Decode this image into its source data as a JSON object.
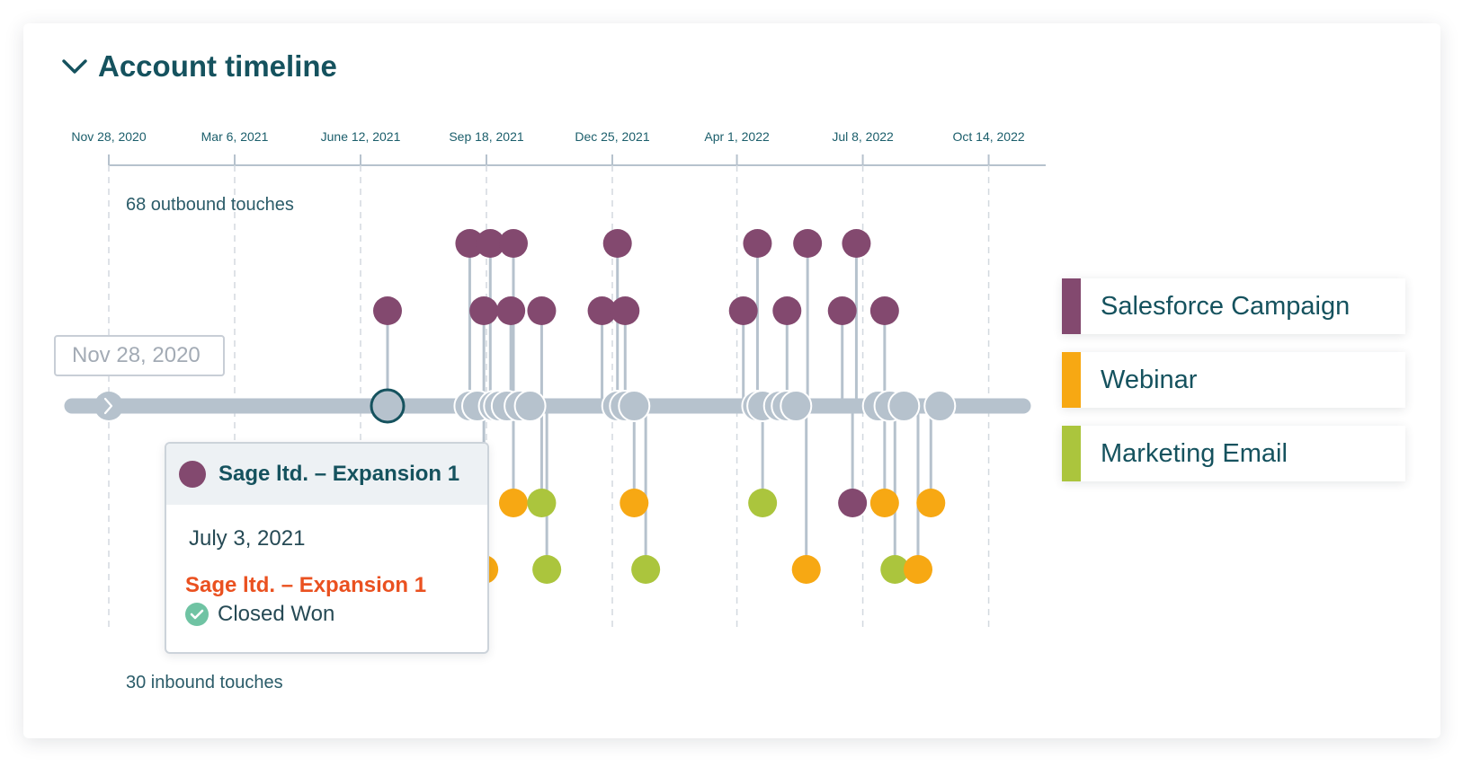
{
  "header": {
    "title": "Account timeline",
    "collapse_icon": "chevron-down-icon"
  },
  "date_input": {
    "value": "Nov 28, 2020"
  },
  "outbound_label": "68 outbound touches",
  "inbound_label": "30 inbound touches",
  "colors": {
    "salesforce": "#83496f",
    "webinar": "#f7a813",
    "email": "#abc53d",
    "stem": "#b6c2cd",
    "track": "#b6c2cd",
    "axis_text": "#1b5e6b",
    "title": "#15525e",
    "opportunity": "#ea5120",
    "closed_won": "#6fc3a3"
  },
  "legend": [
    {
      "label": "Salesforce Campaign",
      "color": "#83496f"
    },
    {
      "label": "Webinar",
      "color": "#f7a813"
    },
    {
      "label": "Marketing Email",
      "color": "#abc53d"
    }
  ],
  "tooltip": {
    "title": "Sage ltd. – Expansion 1",
    "date": "July 3, 2021",
    "opportunity": "Sage ltd. – Expansion 1",
    "status": "Closed Won",
    "status_icon": "check-circle-icon"
  },
  "chart_data": {
    "type": "scatter",
    "ticks": [
      "Nov 28, 2020",
      "Mar 6, 2021",
      "June 12, 2021",
      "Sep 18, 2021",
      "Dec 25, 2021",
      "Apr 1, 2022",
      "Jul 8, 2022",
      "Oct 14, 2022"
    ],
    "tick_dates": [
      "2020-11-28",
      "2021-03-06",
      "2021-06-12",
      "2021-09-18",
      "2021-12-25",
      "2022-04-01",
      "2022-07-08",
      "2022-10-14"
    ],
    "opportunity": {
      "date": "2021-07-03",
      "name": "Sage ltd. – Expansion 1"
    },
    "outbound": [
      {
        "date": "2021-07-03",
        "type": "salesforce",
        "level": 1
      },
      {
        "date": "2021-09-05",
        "type": "salesforce",
        "level": 2
      },
      {
        "date": "2021-09-16",
        "type": "salesforce",
        "level": 1
      },
      {
        "date": "2021-09-21",
        "type": "salesforce",
        "level": 2
      },
      {
        "date": "2021-10-07",
        "type": "salesforce",
        "level": 1
      },
      {
        "date": "2021-10-09",
        "type": "salesforce",
        "level": 2
      },
      {
        "date": "2021-10-31",
        "type": "salesforce",
        "level": 1
      },
      {
        "date": "2021-12-17",
        "type": "salesforce",
        "level": 1
      },
      {
        "date": "2021-12-29",
        "type": "salesforce",
        "level": 2
      },
      {
        "date": "2022-01-04",
        "type": "salesforce",
        "level": 1
      },
      {
        "date": "2022-04-06",
        "type": "salesforce",
        "level": 1
      },
      {
        "date": "2022-04-17",
        "type": "salesforce",
        "level": 2
      },
      {
        "date": "2022-05-10",
        "type": "salesforce",
        "level": 1
      },
      {
        "date": "2022-05-26",
        "type": "salesforce",
        "level": 2
      },
      {
        "date": "2022-06-22",
        "type": "salesforce",
        "level": 1
      },
      {
        "date": "2022-07-03",
        "type": "salesforce",
        "level": 2
      },
      {
        "date": "2022-07-25",
        "type": "salesforce",
        "level": 1
      }
    ],
    "inbound": [
      {
        "date": "2021-09-16",
        "type": "webinar",
        "level": 2
      },
      {
        "date": "2021-10-09",
        "type": "webinar",
        "level": 1
      },
      {
        "date": "2021-11-04",
        "type": "email",
        "level": 2
      },
      {
        "date": "2021-10-31",
        "type": "email",
        "level": 1
      },
      {
        "date": "2022-01-11",
        "type": "webinar",
        "level": 1
      },
      {
        "date": "2022-01-20",
        "type": "email",
        "level": 2
      },
      {
        "date": "2022-04-21",
        "type": "email",
        "level": 1
      },
      {
        "date": "2022-05-25",
        "type": "webinar",
        "level": 2
      },
      {
        "date": "2022-06-30",
        "type": "salesforce",
        "level": 1
      },
      {
        "date": "2022-07-25",
        "type": "webinar",
        "level": 1
      },
      {
        "date": "2022-08-02",
        "type": "email",
        "level": 2
      },
      {
        "date": "2022-08-20",
        "type": "webinar",
        "level": 2
      },
      {
        "date": "2022-08-30",
        "type": "webinar",
        "level": 1
      }
    ],
    "track_nodes": [
      "2021-09-05",
      "2021-09-11",
      "2021-09-24",
      "2021-09-28",
      "2021-10-04",
      "2021-10-14",
      "2021-10-22",
      "2021-12-29",
      "2022-01-04",
      "2022-01-11",
      "2022-04-17",
      "2022-04-21",
      "2022-05-04",
      "2022-05-10",
      "2022-05-17",
      "2022-07-20",
      "2022-07-29",
      "2022-08-09",
      "2022-09-06"
    ]
  }
}
